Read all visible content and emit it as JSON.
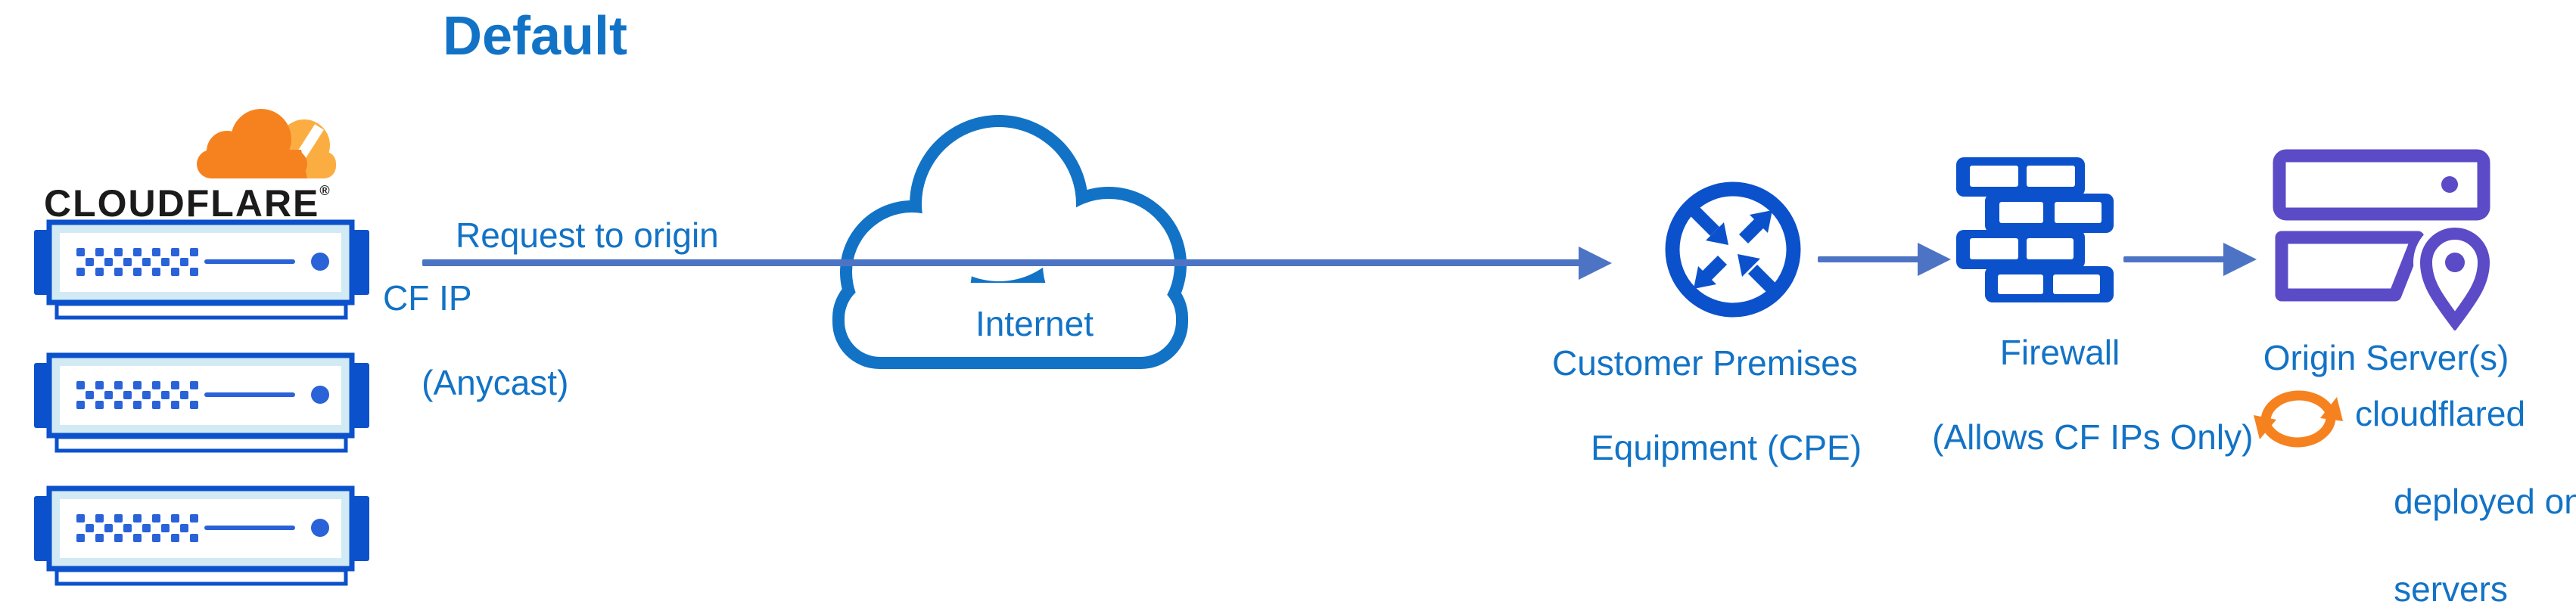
{
  "diagram": {
    "title": "Default",
    "cloudflare": {
      "wordmark": "CLOUDFLARE",
      "registered": "®"
    },
    "request_arrow": {
      "label": "Request to origin",
      "sub_line1": "CF IP",
      "sub_line2": "(Anycast)"
    },
    "internet": {
      "label": "Internet"
    },
    "cpe": {
      "line1": "Customer Premises",
      "line2": "Equipment (CPE)"
    },
    "firewall": {
      "line1": "Firewall",
      "line2": "(Allows CF IPs Only)"
    },
    "origin": {
      "label": "Origin Server(s)"
    },
    "cloudflared": {
      "line1": "cloudflared",
      "line2": "deployed on",
      "line3": "servers"
    },
    "colors": {
      "label_blue": "#1273c6",
      "icon_blue": "#0c51cc",
      "arrow_blue": "#4d74c4",
      "origin_purple": "#5b4bc7",
      "brand_orange": "#f6821f",
      "brand_orange_light": "#fbad41",
      "server_frame_blue": "#d2eaf3",
      "server_dots_blue": "#2a62d8",
      "wordmark_black": "#1b1b1b"
    }
  }
}
